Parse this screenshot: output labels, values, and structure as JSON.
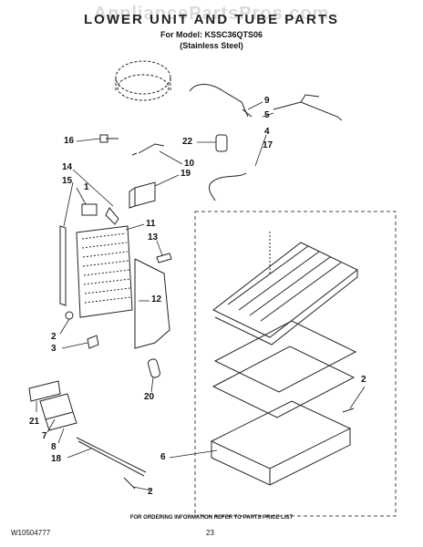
{
  "header": {
    "watermark": "AppliancePartsPros.com",
    "title": "LOWER UNIT AND TUBE PARTS",
    "model_line": "For Model: KSSC36QTS06",
    "variant_line": "(Stainless Steel)"
  },
  "callouts": [
    "9",
    "5",
    "16",
    "22",
    "10",
    "4",
    "17",
    "14",
    "15",
    "1",
    "19",
    "11",
    "13",
    "12",
    "2",
    "3",
    "20",
    "2",
    "21",
    "7",
    "8",
    "6",
    "18",
    "2"
  ],
  "footer": {
    "ordering_info": "FOR ORDERING INFORMATION REFER TO PARTS PRICE LIST",
    "document_id": "W10504777",
    "page_number": "23"
  }
}
